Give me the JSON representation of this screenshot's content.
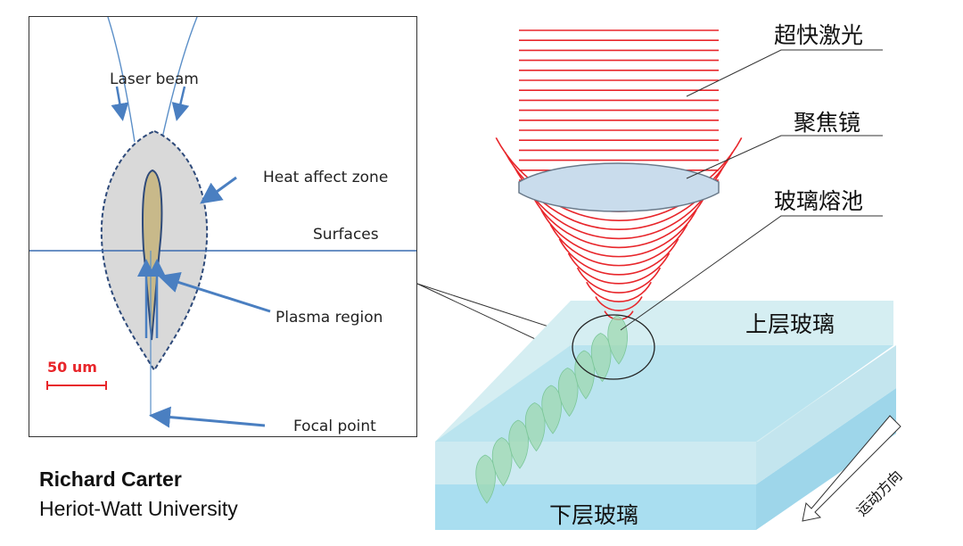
{
  "inset": {
    "labels": {
      "laser_beam": "Laser beam",
      "heat_affect_zone": "Heat affect zone",
      "surfaces": "Surfaces",
      "plasma_region": "Plasma region",
      "focal_point": "Focal point"
    },
    "scale_bar": "50 um"
  },
  "credit": {
    "author": "Richard Carter",
    "affiliation": "Heriot-Watt University"
  },
  "schematic": {
    "labels": {
      "laser": "超快激光",
      "lens": "聚焦镜",
      "melt_pool": "玻璃熔池",
      "upper_glass": "上层玻璃",
      "lower_glass": "下层玻璃",
      "motion_direction": "运动方向"
    }
  },
  "colors": {
    "laser_line": "#e8262b",
    "arrow_blue": "#4a7fc1",
    "upper_glass": "#cfeaf0",
    "lower_glass": "#a9def0",
    "lens": "#c9dcec",
    "melt": "#9ed8b0"
  }
}
